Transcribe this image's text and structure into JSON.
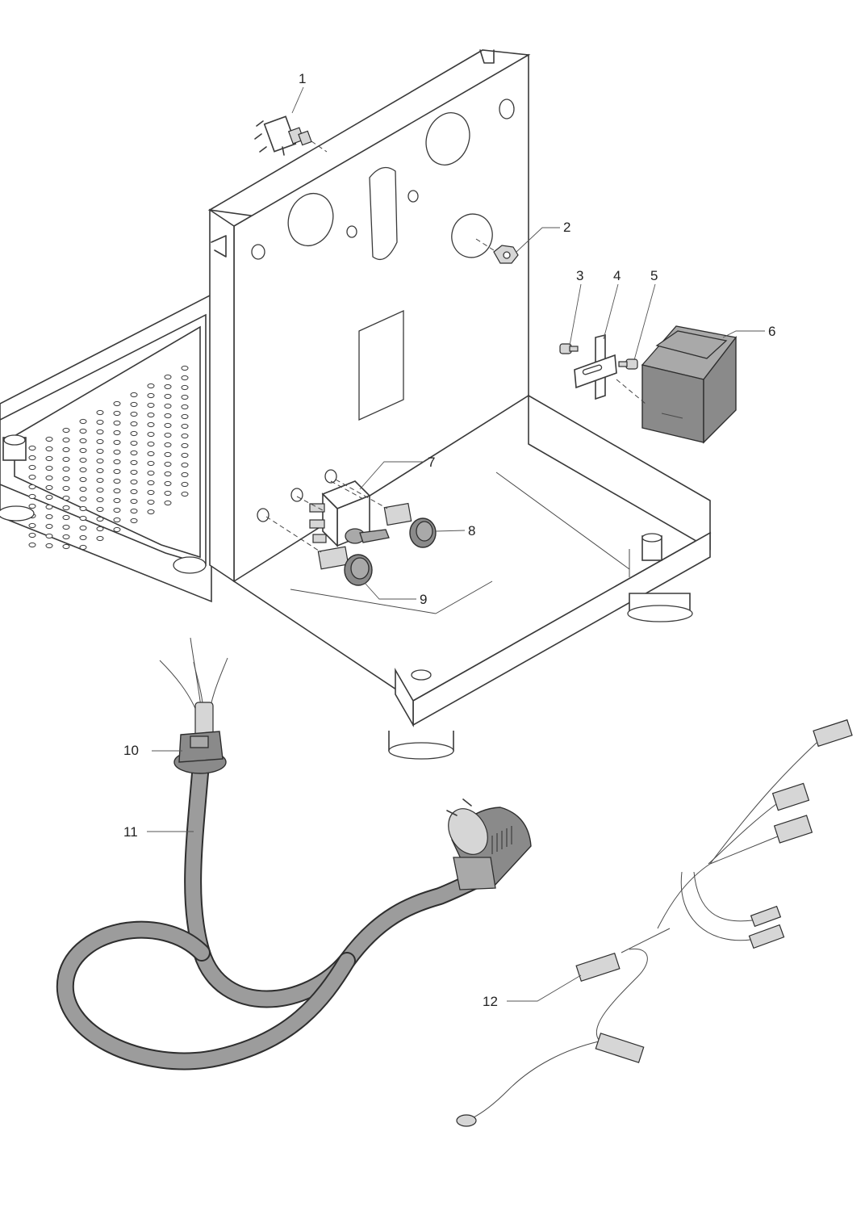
{
  "callouts": {
    "c1": "1",
    "c2": "2",
    "c3": "3",
    "c4": "4",
    "c5": "5",
    "c6": "6",
    "c7": "7",
    "c8": "8",
    "c9": "9",
    "c10": "10",
    "c11": "11",
    "c12": "12"
  },
  "colors": {
    "line": "#3a3a3a",
    "cable": "#9c9c9c",
    "component_dark": "#8a8a8a",
    "background": "#ffffff"
  }
}
